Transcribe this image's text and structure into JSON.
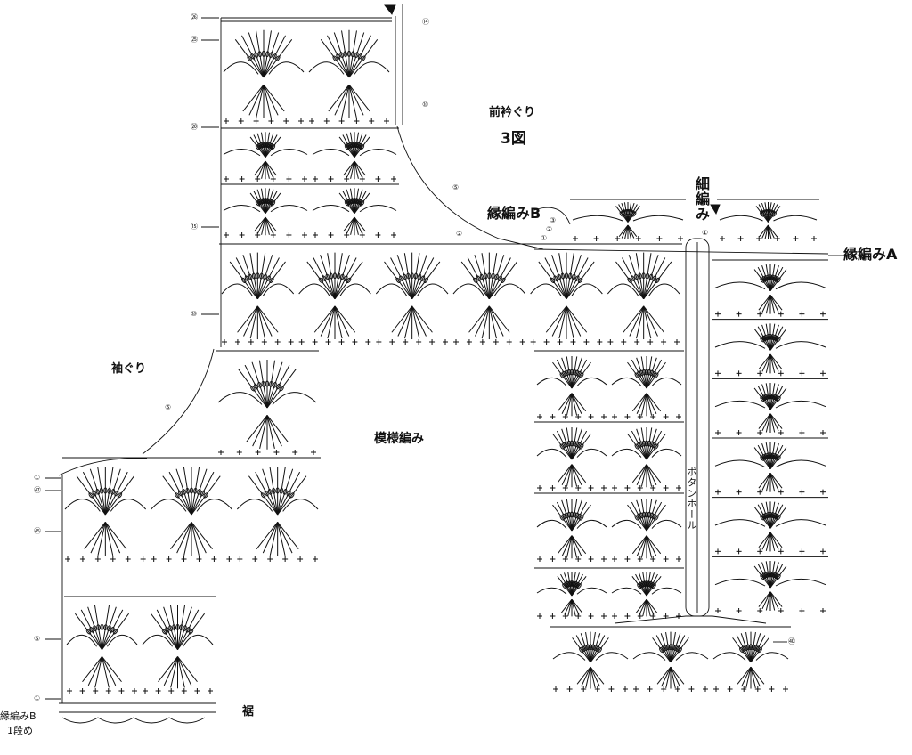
{
  "labels": {
    "front_neckline": "前衿ぐり",
    "figure_number": "3図",
    "armhole": "袖ぐり",
    "pattern_stitch": "模様編み",
    "hem": "裾",
    "edging_a": "縁編みA",
    "edging_b": "縁編みB",
    "edging_b_bottom": "縁編みB",
    "first_row": "1段め",
    "narrow_band": "細編み",
    "buttonhole": "ボタンホール"
  },
  "row_markers": {
    "r26": "㉖",
    "r25": "㉕",
    "r20": "⑳",
    "r15": "⑮",
    "r10": "⑩",
    "r5_armhole": "⑤",
    "r1_left": "①",
    "r47": "㊼",
    "r45": "㊺",
    "r5_hem": "⑤",
    "r1_hem": "①",
    "r14_neck": "⑭",
    "r10_neck": "⑩",
    "r5_neck": "⑤",
    "r2_edge": "②",
    "r3_edgeb": "③",
    "r2_edgeb": "②",
    "r1_edgeb": "①",
    "r1_band": "①",
    "r40": "㊵"
  },
  "colors": {
    "ink": "#111111",
    "background": "#ffffff"
  }
}
